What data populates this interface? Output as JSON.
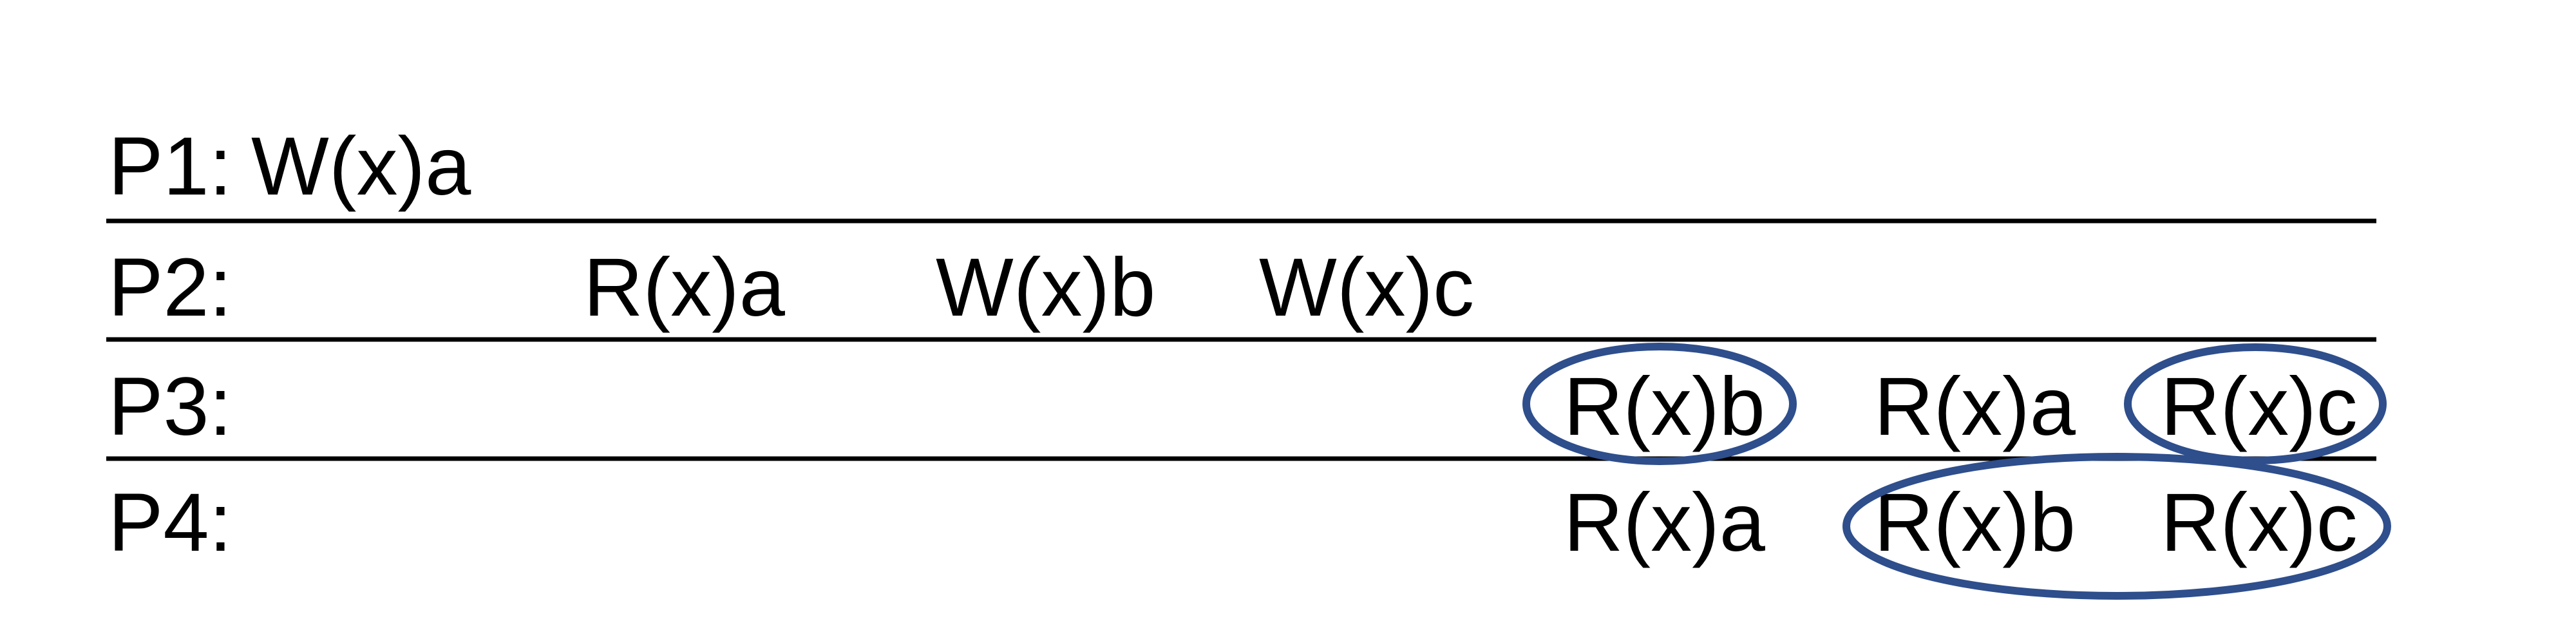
{
  "processes": [
    {
      "id": "P1",
      "label": "P1:",
      "ops": [
        {
          "text": "W(x)a"
        }
      ]
    },
    {
      "id": "P2",
      "label": "P2:",
      "ops": [
        {
          "text": "R(x)a"
        },
        {
          "text": "W(x)b"
        },
        {
          "text": "W(x)c"
        }
      ]
    },
    {
      "id": "P3",
      "label": "P3:",
      "ops": [
        {
          "text": "R(x)b"
        },
        {
          "text": "R(x)a"
        },
        {
          "text": "R(x)c"
        }
      ]
    },
    {
      "id": "P4",
      "label": "P4:",
      "ops": [
        {
          "text": "R(x)a"
        },
        {
          "text": "R(x)b"
        },
        {
          "text": "R(x)c"
        }
      ]
    }
  ],
  "highlight_color": "#2E4E8C",
  "highlights": [
    {
      "process": "P3",
      "ops": [
        "R(x)b"
      ]
    },
    {
      "process": "P3",
      "ops": [
        "R(x)c"
      ]
    },
    {
      "process": "P4",
      "ops": [
        "R(x)b",
        "R(x)c"
      ]
    }
  ]
}
